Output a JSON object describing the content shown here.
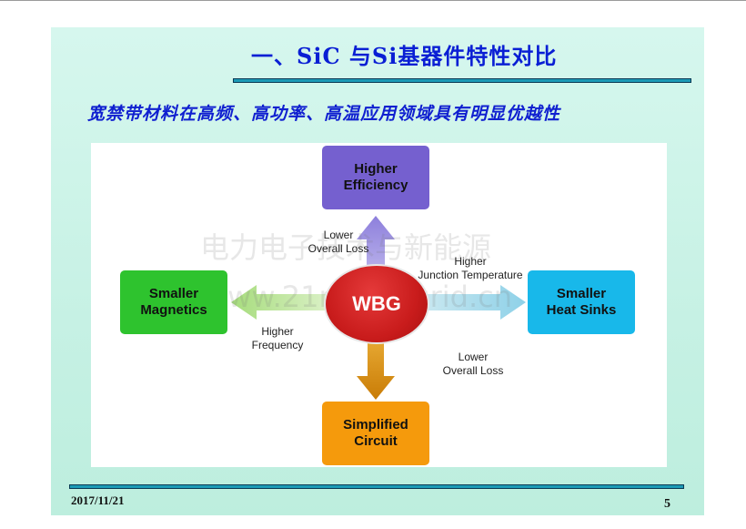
{
  "slide": {
    "title": "一、SiC 与Si基器件特性对比",
    "subtitle": "宽禁带材料在高频、高功率、高温应用领域具有明显优越性",
    "date": "2017/11/21",
    "page_number": "5"
  },
  "diagram": {
    "center": "WBG",
    "boxes": {
      "top": "Higher\nEfficiency",
      "left": "Smaller\nMagnetics",
      "right": "Smaller\nHeat Sinks",
      "bottom": "Simplified\nCircuit"
    },
    "arrow_labels": {
      "top": "Lower\nOverall Loss",
      "right": "Higher\nJunction Temperature",
      "left": "Higher\nFrequency",
      "bottom": "Lower\nOverall Loss"
    },
    "watermark": {
      "line1": "电力电子技术与新能源",
      "line2": "www.21micro-grid.cn"
    },
    "colors": {
      "top_box": "#7560cf",
      "left_box": "#2ec32e",
      "right_box": "#18b8ea",
      "bottom_box": "#f59a0c",
      "center": "#c91c1c"
    }
  }
}
